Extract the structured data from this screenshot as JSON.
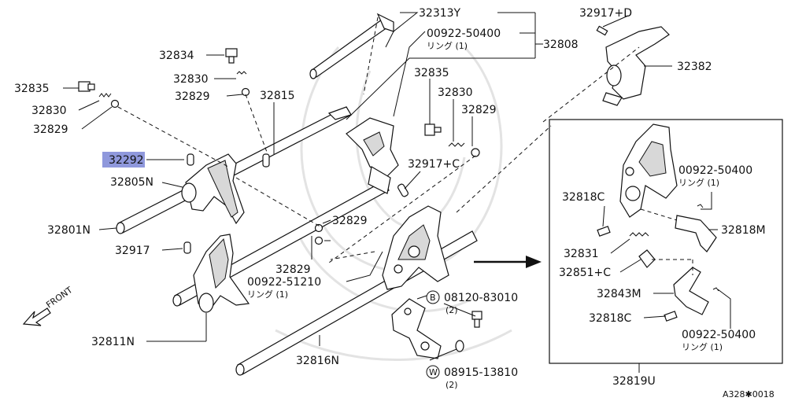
{
  "labels": {
    "p32313Y": "32313Y",
    "p00922_50400_a": "00922-50400",
    "ring1_a": "リング (1)",
    "p32808": "32808",
    "p32834": "32834",
    "p32830_a": "32830",
    "p32829_a": "32829",
    "p32815": "32815",
    "p32835_a": "32835",
    "p32830_b": "32830",
    "p32829_b": "32829",
    "p32292": "32292",
    "p32805N": "32805N",
    "p32835_b": "32835",
    "p32830_c": "32830",
    "p32829_c": "32829",
    "p32917C_a": "32917+C",
    "p32829_d": "32829",
    "p32829_e": "32829",
    "p00922_51210": "00922-51210",
    "ring1_b": "リング (1)",
    "p32801N": "32801N",
    "p32917": "32917",
    "p32811N": "32811N",
    "p32816N": "32816N",
    "p32917D": "32917+D",
    "p32382": "32382",
    "p00922_50400_b": "00922-50400",
    "ring1_c": "リング (1)",
    "p32818C_a": "32818C",
    "p32818M": "32818M",
    "p32831": "32831",
    "p32851C": "32851+C",
    "p32843M": "32843M",
    "p32818C_b": "32818C",
    "p00922_50400_c": "00922-50400",
    "ring1_d": "リング (1)",
    "p32819U": "32819U",
    "b_mark": "B",
    "p08120_83010": "08120-83010",
    "qty_b": "(2)",
    "w_mark": "W",
    "p08915_13810": "08915-13810",
    "qty_w": "(2)",
    "front": "FRONT",
    "diagram_id": "A328✱0018"
  }
}
